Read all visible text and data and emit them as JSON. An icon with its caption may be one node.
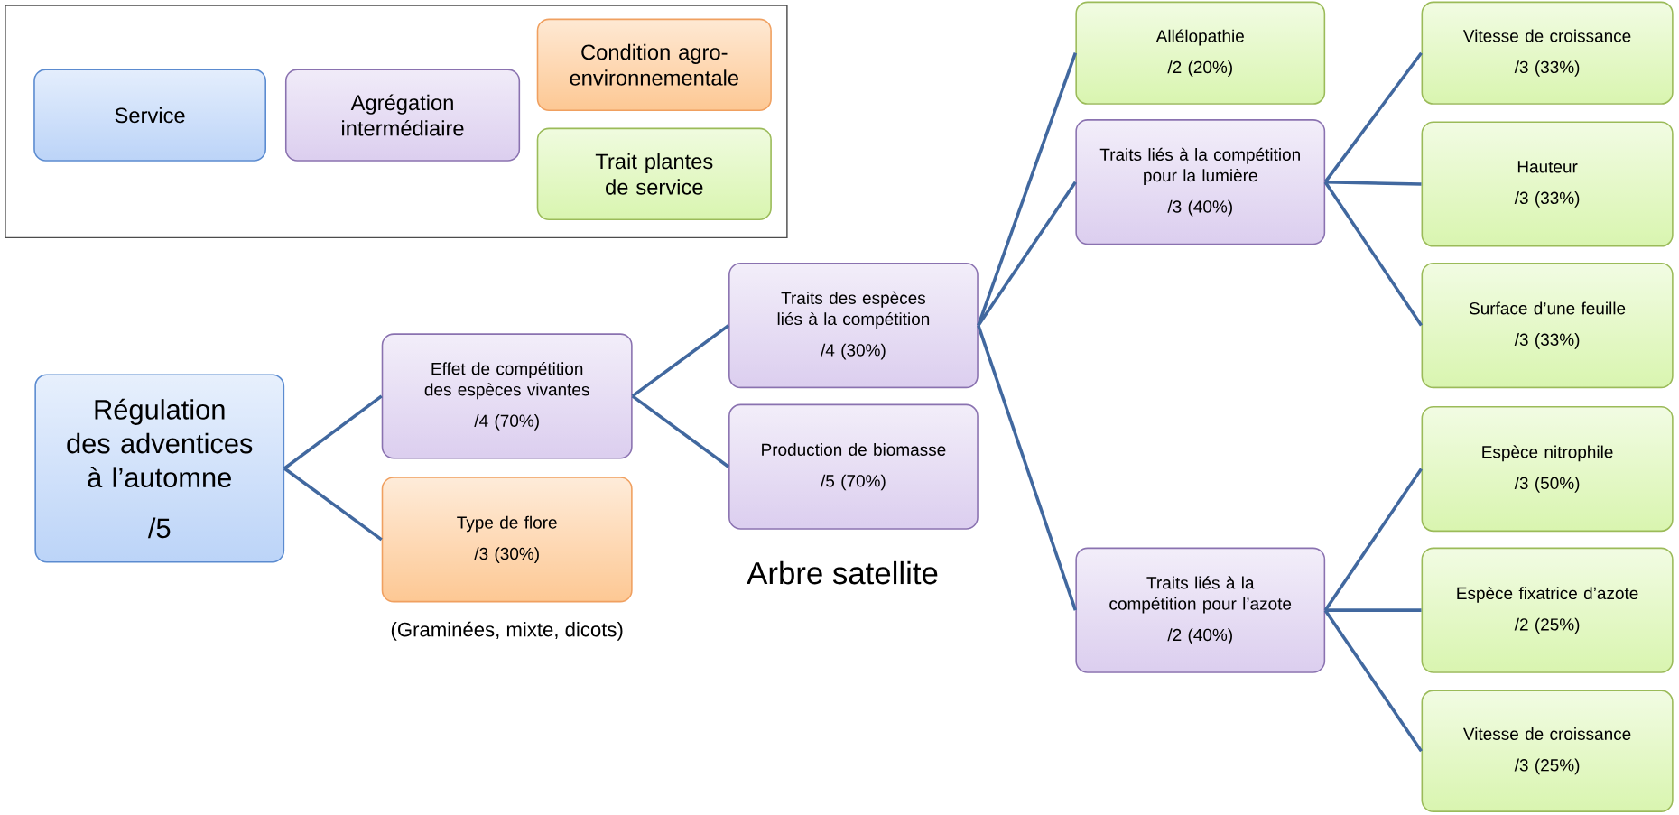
{
  "diagram": {
    "nodes": [
      {
        "text": [
          "Régulation des adventices à l’automne",
          "/5"
        ]
      },
      {
        "text": [
          "Effet de compétition des espèces vivantes",
          "/4 (70%)"
        ]
      },
      {
        "text": [
          "Type de flore",
          "/3 (30%)"
        ],
        "beside": [
          "(Graminées, mixte, dicots)"
        ]
      },
      {
        "text": [
          "Traits des espèces liés à la compétition",
          "/4 (30%)"
        ]
      },
      {
        "text": [
          "Production de biomasse",
          "/5 (70%)"
        ]
      },
      {
        "text": [
          "Allélopathie",
          "/2 (20%)"
        ]
      },
      {
        "text": [
          "Traits liés à la compétition pour la lumière",
          "/3 (40%)"
        ]
      },
      {
        "text": [
          "Traits liés à la compétition pour l’azote",
          "/2 (40%)"
        ]
      },
      {
        "text": [
          "Vitesse de croissance",
          "/3 (33%)"
        ]
      },
      {
        "text": [
          "Hauteur",
          "/3 (33%)"
        ]
      },
      {
        "text": [
          "Surface d’une feuille",
          "/3 (33%)"
        ]
      },
      {
        "text": [
          "Espèce nitrophile",
          "/3 (50%)"
        ]
      },
      {
        "text": [
          "Espèce fixatrice d’azote",
          "/2 (25%)"
        ]
      },
      {
        "text": [
          "Vitesse de croissance",
          "/3 (25%)"
        ]
      }
    ],
    "edges": [
      {
        "from": 0,
        "to": 1,
        "arrow": "none"
      },
      {
        "from": 0,
        "to": 2,
        "arrow": "none"
      },
      {
        "from": 1,
        "to": 3,
        "arrow": "none"
      },
      {
        "from": 1,
        "to": 4,
        "arrow": "none"
      },
      {
        "from": 3,
        "to": 5,
        "arrow": "none"
      },
      {
        "from": 3,
        "to": 6,
        "arrow": "none"
      },
      {
        "from": 3,
        "to": 7,
        "arrow": "none"
      },
      {
        "from": 6,
        "to": 8,
        "arrow": "none"
      },
      {
        "from": 6,
        "to": 9,
        "arrow": "none"
      },
      {
        "from": 6,
        "to": 10,
        "arrow": "none"
      },
      {
        "from": 7,
        "to": 11,
        "arrow": "none"
      },
      {
        "from": 7,
        "to": 12,
        "arrow": "none"
      },
      {
        "from": 7,
        "to": 13,
        "arrow": "none"
      }
    ],
    "labels": [
      "Arbre satellite"
    ],
    "legend": [
      {
        "text": "Service",
        "color": "#bcd4f8"
      },
      {
        "text": "Agrégation intermédiaire",
        "color": "#dccfef"
      },
      {
        "text": "Condition agro-environnementale",
        "color": "#fdc894"
      },
      {
        "text": "Trait plantes de service",
        "color": "#d9f5b0"
      }
    ]
  }
}
